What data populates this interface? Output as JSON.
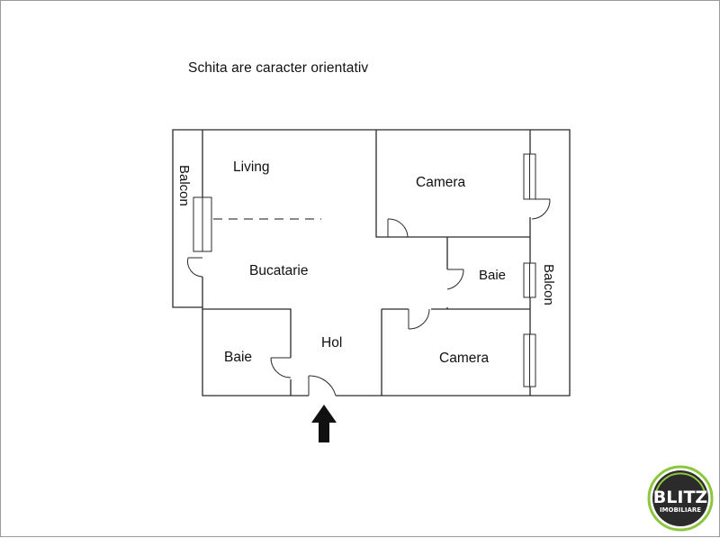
{
  "note": "Schita are caracter orientativ",
  "rooms": {
    "living": "Living",
    "camera_top": "Camera",
    "bucatarie": "Bucatarie",
    "baie_right": "Baie",
    "baie_left": "Baie",
    "hol": "Hol",
    "camera_bottom": "Camera",
    "balcon_left": "Balcon",
    "balcon_right": "Balcon"
  },
  "logo": {
    "brand": "BLITZ",
    "sub": "IMOBILIARE",
    "accent": "#8cc63f",
    "dark": "#2b2b2b"
  },
  "icons": {
    "entrance": "arrow-up-icon"
  }
}
